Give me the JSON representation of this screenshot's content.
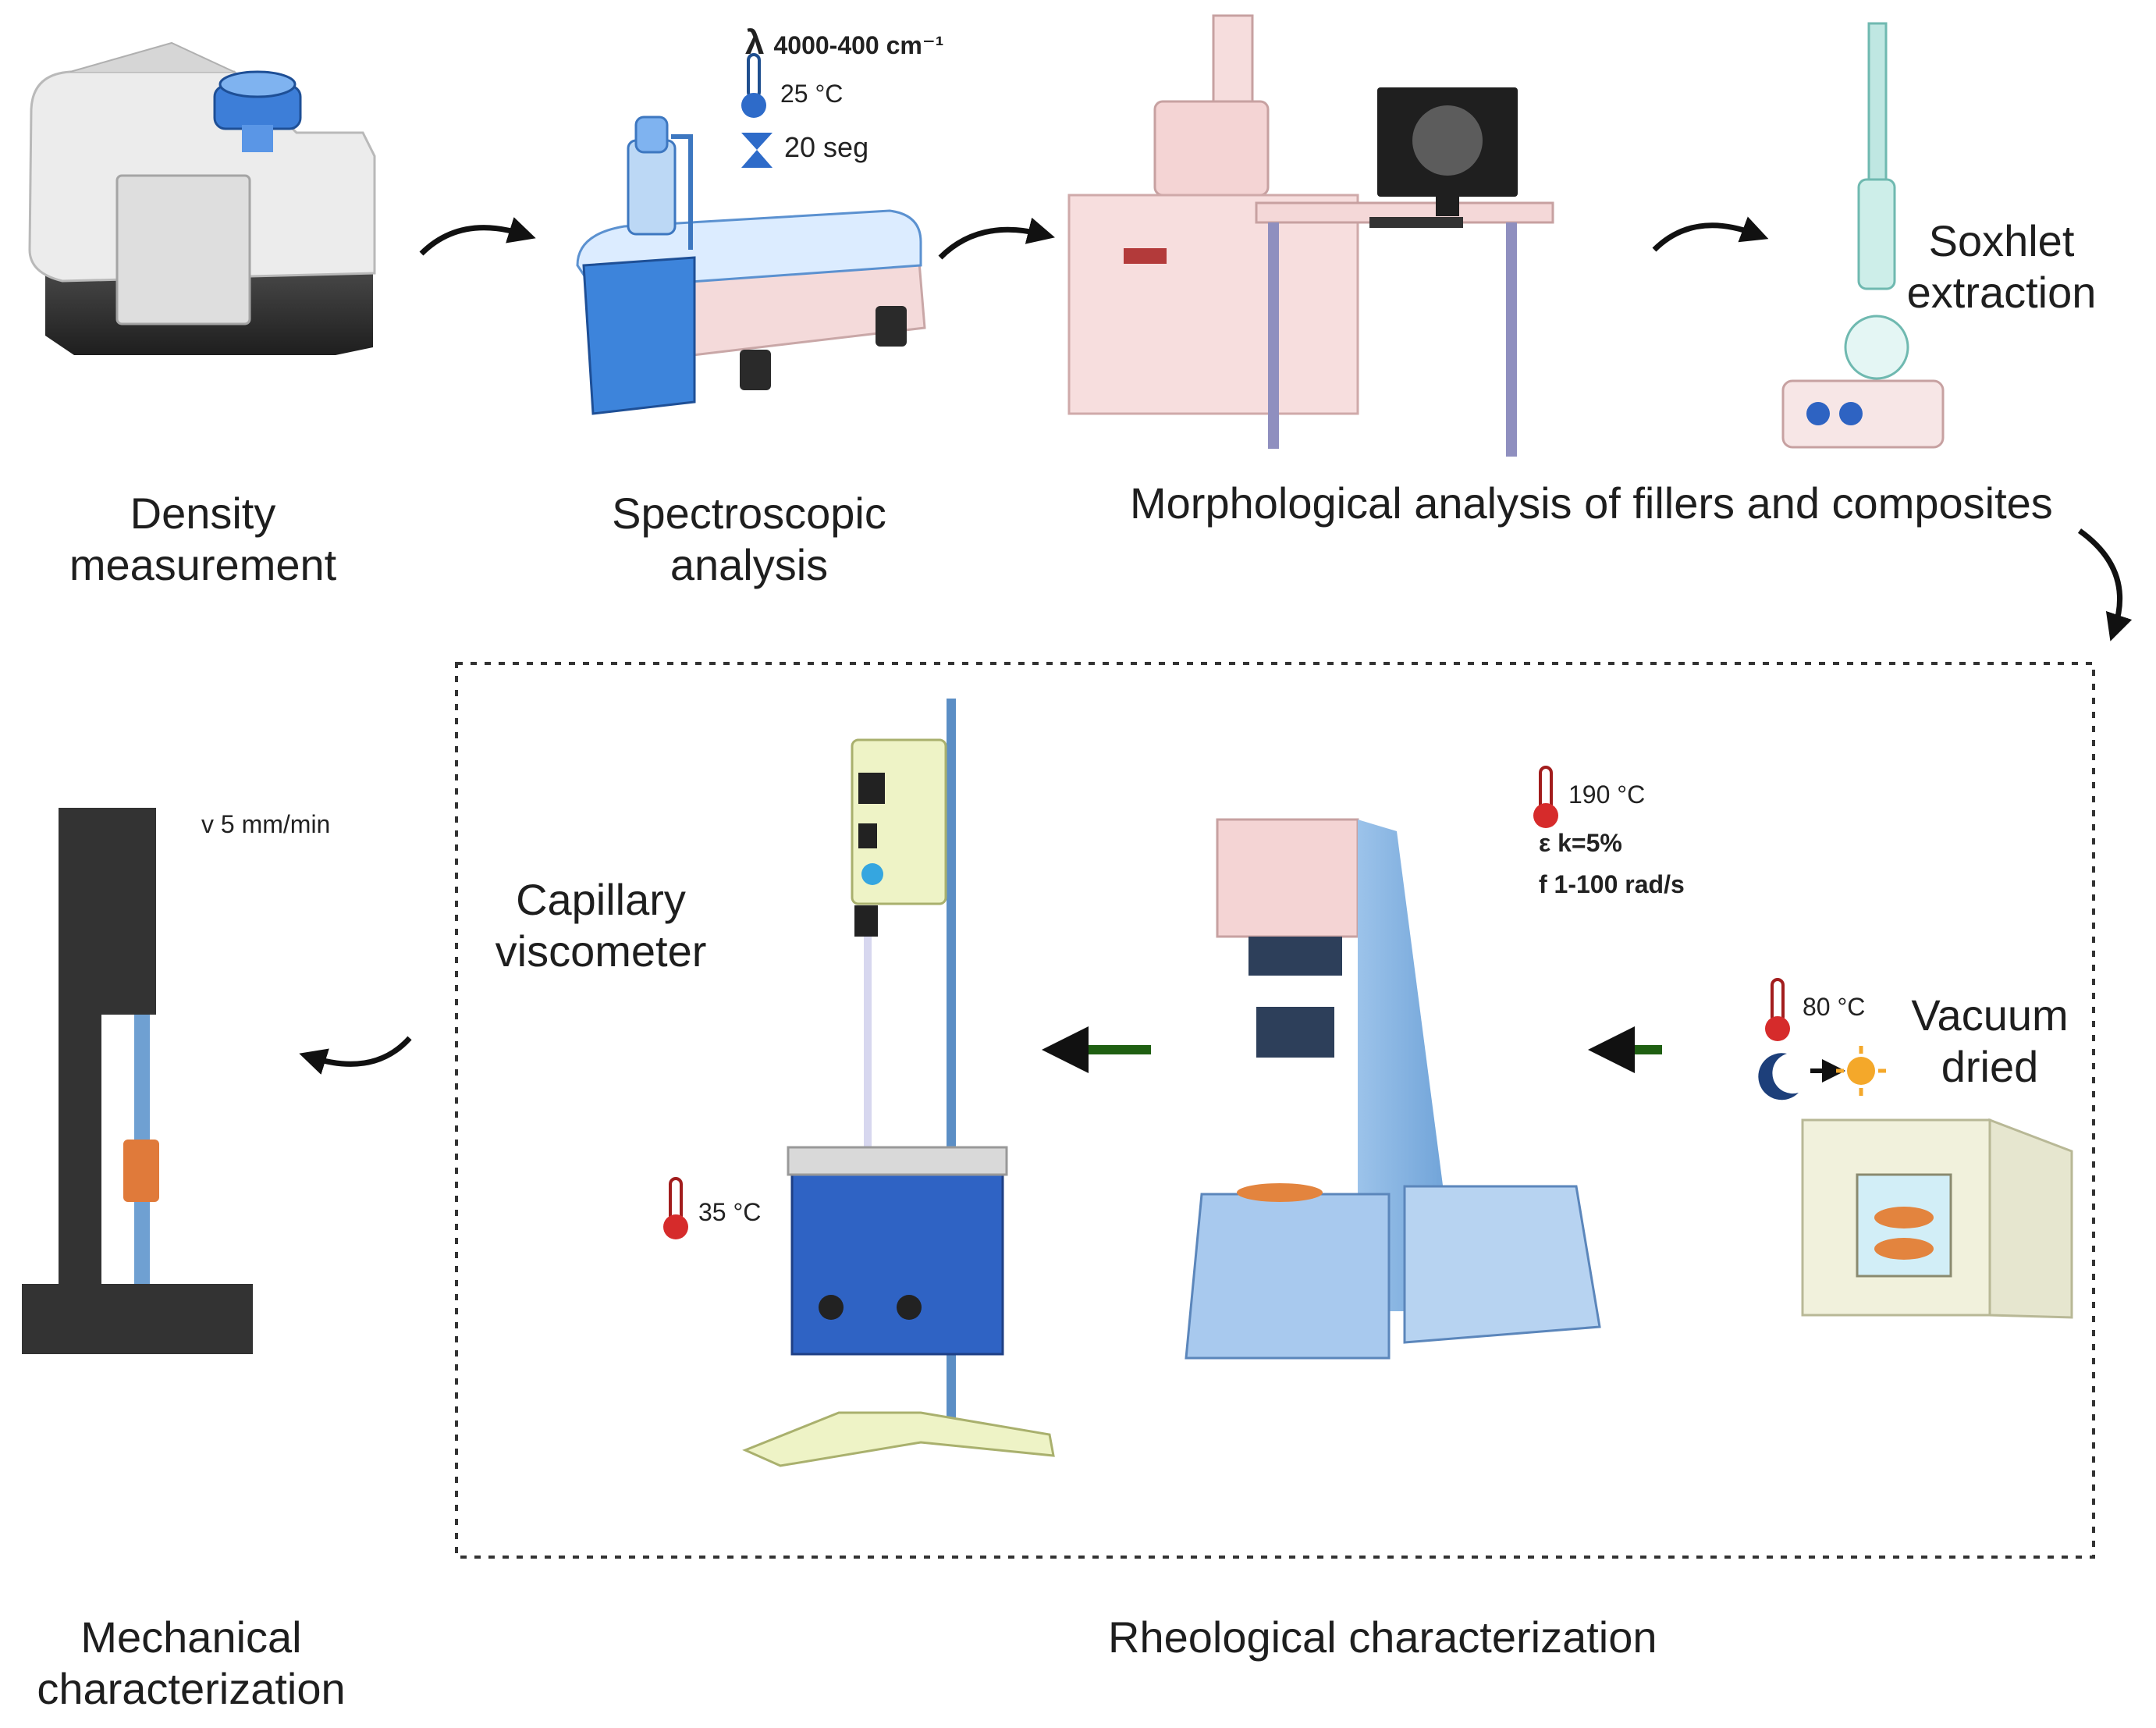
{
  "steps": {
    "density": [
      "Density",
      "measurement"
    ],
    "spectroscopic": [
      "Spectroscopic",
      "analysis"
    ],
    "morphological": "Morphological analysis of fillers and composites",
    "soxhlet": [
      "Soxhlet",
      "extraction"
    ],
    "vacuum": [
      "Vacuum",
      "dried"
    ],
    "capillary": [
      "Capillary",
      "viscometer"
    ],
    "rheological": "Rheological characterization",
    "mechanical": [
      "Mechanical",
      "characterization"
    ]
  },
  "params": {
    "spectro_wavelength": "4000-400 cm⁻¹",
    "spectro_temp": "25 °C",
    "spectro_time": "20 seg",
    "rheo_temp": "190 °C",
    "rheo_strain": "ε k=5%",
    "rheo_freq": "f 1-100 rad/s",
    "vacuum_temp": "80 °C",
    "capillary_temp": "35 °C",
    "mech_speed": "v 5 mm/min"
  },
  "icons": {
    "thermometer": "thermometer-icon",
    "hourglass": "hourglass-icon",
    "moon": "moon-icon",
    "sun": "sun-icon",
    "arrow": "arrow-icon"
  },
  "colors": {
    "pink": "#f4d4d4",
    "blue": "#4a8fe0",
    "green_arrow": "#1f5f12",
    "thermo_red": "#d62b2b",
    "dark": "#333333"
  }
}
